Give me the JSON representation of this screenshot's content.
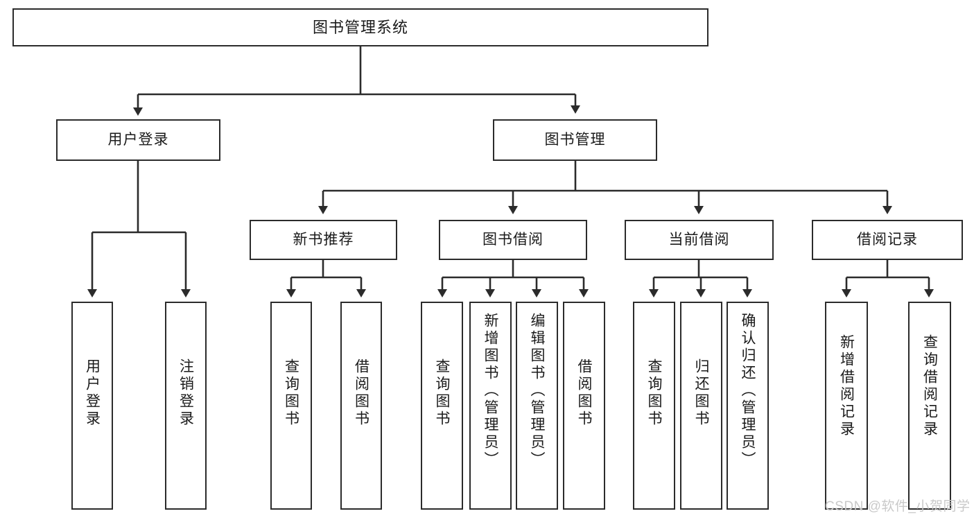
{
  "diagram": {
    "title": "图书管理系统",
    "type": "tree-hierarchy-chart",
    "background": "#ffffff",
    "line_color": "#2b2b2b",
    "text_color": "#1a1a1a"
  },
  "nodes": {
    "root": {
      "label": "图书管理系统"
    },
    "level1": [
      {
        "label": "用户登录"
      },
      {
        "label": "图书管理"
      }
    ],
    "level2": [
      {
        "label": "新书推荐"
      },
      {
        "label": "图书借阅"
      },
      {
        "label": "当前借阅"
      },
      {
        "label": "借阅记录"
      }
    ],
    "leaves": {
      "user_login": [
        {
          "label": "用户登录"
        },
        {
          "label": "注销登录"
        }
      ],
      "new_book_recommend": [
        {
          "label": "查询图书"
        },
        {
          "label": "借阅图书"
        }
      ],
      "book_borrow": [
        {
          "label": "查询图书"
        },
        {
          "label": "新增图书（管理员）"
        },
        {
          "label": "编辑图书（管理员）"
        },
        {
          "label": "借阅图书"
        }
      ],
      "current_borrow": [
        {
          "label": "查询图书"
        },
        {
          "label": "归还图书"
        },
        {
          "label": "确认归还（管理员）"
        }
      ],
      "borrow_record": [
        {
          "label": "新增借阅记录"
        },
        {
          "label": "查询借阅记录"
        }
      ]
    }
  },
  "watermark": {
    "text": "CSDN @软件_小贺同学",
    "color": "#c9c9c9"
  }
}
